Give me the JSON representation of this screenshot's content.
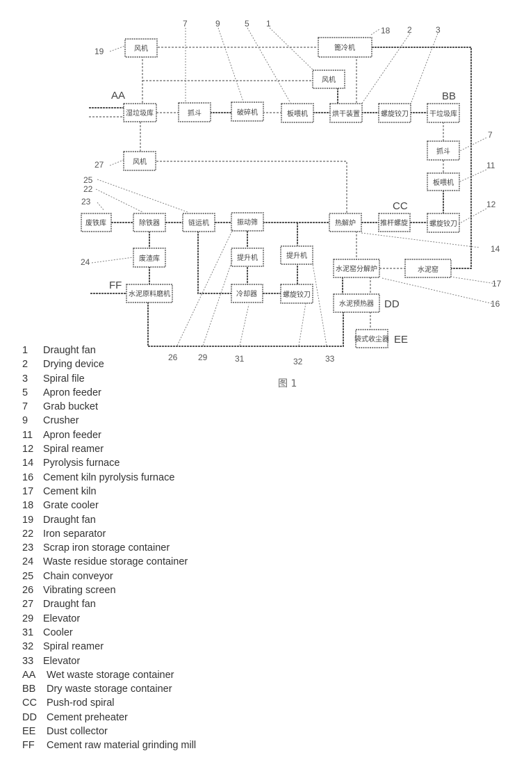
{
  "figure_caption": "图 1",
  "nodes": {
    "fan19": "风机",
    "grate_cooler": "篦冷机",
    "fan1": "风机",
    "wet_storage": "湿垃圾库",
    "grab_bucket_top": "抓斗",
    "crusher": "破碎机",
    "apron_feeder5": "板喂机",
    "drying": "烘干装置",
    "spiral_file": "螺旋铰刀",
    "dry_storage": "干垃圾库",
    "fan27": "风机",
    "grab_bucket_right": "抓斗",
    "apron_feeder11": "板喂机",
    "scrap_iron": "废铁库",
    "iron_sep": "除铁器",
    "chain_conv": "链运机",
    "vib_screen": "振动筛",
    "pyrolysis": "热解炉",
    "push_rod": "推杆螺旋",
    "spiral_reamer12": "螺旋铰刀",
    "waste_residue": "废渣库",
    "elevator29": "提升机",
    "elevator33": "提升机",
    "kiln_pyro": "水泥窑分解炉",
    "cement_kiln": "水泥窑",
    "raw_mill": "水泥原料磨机",
    "cooler": "冷却器",
    "spiral_reamer32": "螺旋铰刀",
    "preheater": "水泥预热器",
    "dust": "袋式收尘器"
  },
  "callouts": {
    "n19": "19",
    "n7a": "7",
    "n9": "9",
    "n5": "5",
    "n1": "1",
    "n18": "18",
    "n2": "2",
    "n3": "3",
    "n27": "27",
    "n7b": "7",
    "n11": "11",
    "n12": "12",
    "n25": "25",
    "n22": "22",
    "n23": "23",
    "n24": "24",
    "n14": "14",
    "n17": "17",
    "n16": "16",
    "n26": "26",
    "n29": "29",
    "n31": "31",
    "n32": "32",
    "n33": "33"
  },
  "letters": {
    "AA": "AA",
    "BB": "BB",
    "CC": "CC",
    "DD": "DD",
    "EE": "EE",
    "FF": "FF"
  },
  "legend": [
    {
      "key": "1",
      "label": "Draught fan"
    },
    {
      "key": "2",
      "label": "Drying device"
    },
    {
      "key": "3",
      "label": "Spiral file"
    },
    {
      "key": "5",
      "label": "Apron feeder"
    },
    {
      "key": "7",
      "label": "Grab bucket"
    },
    {
      "key": "9",
      "label": "Crusher"
    },
    {
      "key": "11",
      "label": "Apron feeder"
    },
    {
      "key": "12",
      "label": "Spiral reamer"
    },
    {
      "key": "14",
      "label": "Pyrolysis furnace"
    },
    {
      "key": "16",
      "label": "Cement kiln pyrolysis furnace"
    },
    {
      "key": "17",
      "label": "Cement kiln"
    },
    {
      "key": "18",
      "label": "Grate cooler"
    },
    {
      "key": "19",
      "label": "Draught fan"
    },
    {
      "key": "22",
      "label": "Iron separator"
    },
    {
      "key": "23",
      "label": "Scrap iron storage container"
    },
    {
      "key": "24",
      "label": "Waste residue storage container"
    },
    {
      "key": "25",
      "label": "Chain conveyor"
    },
    {
      "key": "26",
      "label": "Vibrating screen"
    },
    {
      "key": "27",
      "label": "Draught fan"
    },
    {
      "key": "29",
      "label": "Elevator"
    },
    {
      "key": "31",
      "label": "Cooler"
    },
    {
      "key": "32",
      "label": "Spiral reamer"
    },
    {
      "key": "33",
      "label": "Elevator"
    },
    {
      "key": "AA",
      "label": "Wet waste storage container"
    },
    {
      "key": "BB",
      "label": "Dry waste storage container"
    },
    {
      "key": "CC",
      "label": "Push-rod spiral"
    },
    {
      "key": "DD",
      "label": "Cement preheater"
    },
    {
      "key": "EE",
      "label": "Dust collector"
    },
    {
      "key": "FF",
      "label": "Cement raw material grinding mill"
    }
  ]
}
